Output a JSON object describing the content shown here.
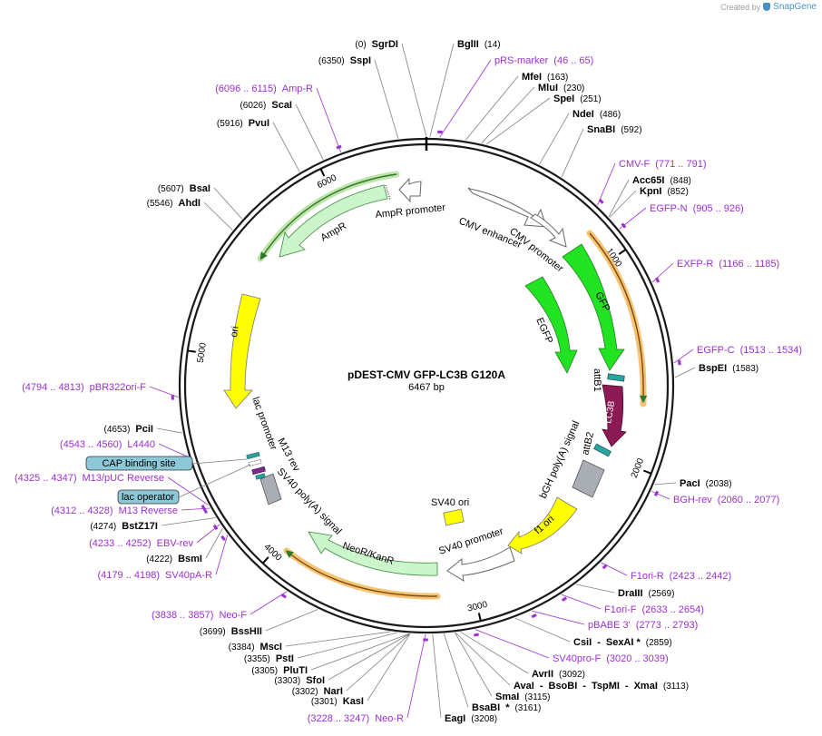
{
  "credit": {
    "prefix": "Created by",
    "brand": "SnapGene"
  },
  "plasmid": {
    "name": "pDEST-CMV GFP-LC3B G120A",
    "length_label": "6467 bp",
    "length": 6467
  },
  "ticks": [
    {
      "label": "1000",
      "bp": 1000
    },
    {
      "label": "2000",
      "bp": 2000
    },
    {
      "label": "3000",
      "bp": 3000
    },
    {
      "label": "4000",
      "bp": 4000
    },
    {
      "label": "5000",
      "bp": 5000
    },
    {
      "label": "6000",
      "bp": 6000
    }
  ],
  "labels": [
    {
      "parts": [
        {
          "t": "(0)",
          "c": "pos"
        },
        {
          "t": "SgrDI",
          "c": "enz"
        }
      ],
      "bp": 0,
      "kind": "enz"
    },
    {
      "parts": [
        {
          "t": "BglII",
          "c": "enz"
        },
        {
          "t": "(14)",
          "c": "pos"
        }
      ],
      "bp": 14,
      "kind": "enz"
    },
    {
      "parts": [
        {
          "t": "(6350)",
          "c": "pos"
        },
        {
          "t": "SspI",
          "c": "enz"
        }
      ],
      "bp": 6350,
      "kind": "enz"
    },
    {
      "parts": [
        {
          "t": "pRS-marker",
          "c": "primer"
        },
        {
          "t": "(46 .. 65)",
          "c": "primer"
        }
      ],
      "bp": 55,
      "kind": "primer"
    },
    {
      "parts": [
        {
          "t": "MfeI",
          "c": "enz"
        },
        {
          "t": "(163)",
          "c": "pos"
        }
      ],
      "bp": 163,
      "kind": "enz"
    },
    {
      "parts": [
        {
          "t": "MluI",
          "c": "enz"
        },
        {
          "t": "(230)",
          "c": "pos"
        }
      ],
      "bp": 230,
      "kind": "enz"
    },
    {
      "parts": [
        {
          "t": "SpeI",
          "c": "enz"
        },
        {
          "t": "(251)",
          "c": "pos"
        }
      ],
      "bp": 251,
      "kind": "enz"
    },
    {
      "parts": [
        {
          "t": "(6096 .. 6115)",
          "c": "primer"
        },
        {
          "t": "Amp-R",
          "c": "primer"
        }
      ],
      "bp": 6105,
      "kind": "primer"
    },
    {
      "parts": [
        {
          "t": "(6026)",
          "c": "pos"
        },
        {
          "t": "ScaI",
          "c": "enz"
        }
      ],
      "bp": 6026,
      "kind": "enz"
    },
    {
      "parts": [
        {
          "t": "NdeI",
          "c": "enz"
        },
        {
          "t": "(486)",
          "c": "pos"
        }
      ],
      "bp": 486,
      "kind": "enz"
    },
    {
      "parts": [
        {
          "t": "(5916)",
          "c": "pos"
        },
        {
          "t": "PvuI",
          "c": "enz"
        }
      ],
      "bp": 5916,
      "kind": "enz"
    },
    {
      "parts": [
        {
          "t": "SnaBI",
          "c": "enz"
        },
        {
          "t": "(592)",
          "c": "pos"
        }
      ],
      "bp": 592,
      "kind": "enz"
    },
    {
      "parts": [
        {
          "t": "CMV-F",
          "c": "primer"
        },
        {
          "t": "(771 .. 791)",
          "c": "primer"
        }
      ],
      "bp": 781,
      "kind": "primer"
    },
    {
      "parts": [
        {
          "t": "Acc65I",
          "c": "enz"
        },
        {
          "t": "(848)",
          "c": "pos"
        }
      ],
      "bp": 848,
      "kind": "enz"
    },
    {
      "parts": [
        {
          "t": "(5607)",
          "c": "pos"
        },
        {
          "t": "BsaI",
          "c": "enz"
        }
      ],
      "bp": 5607,
      "kind": "enz"
    },
    {
      "parts": [
        {
          "t": "KpnI",
          "c": "enz"
        },
        {
          "t": "(852)",
          "c": "pos"
        }
      ],
      "bp": 852,
      "kind": "enz"
    },
    {
      "parts": [
        {
          "t": "(5546)",
          "c": "pos"
        },
        {
          "t": "AhdI",
          "c": "enz"
        }
      ],
      "bp": 5546,
      "kind": "enz"
    },
    {
      "parts": [
        {
          "t": "EGFP-N",
          "c": "primer"
        },
        {
          "t": "(905 .. 926)",
          "c": "primer"
        }
      ],
      "bp": 915,
      "kind": "primer"
    },
    {
      "parts": [
        {
          "t": "EXFP-R",
          "c": "primer"
        },
        {
          "t": "(1166 .. 1185)",
          "c": "primer"
        }
      ],
      "bp": 1175,
      "kind": "primer"
    },
    {
      "parts": [
        {
          "t": "EGFP-C",
          "c": "primer"
        },
        {
          "t": "(1513 .. 1534)",
          "c": "primer"
        }
      ],
      "bp": 1523,
      "kind": "primer"
    },
    {
      "parts": [
        {
          "t": "BspEI",
          "c": "enz"
        },
        {
          "t": "(1583)",
          "c": "pos"
        }
      ],
      "bp": 1583,
      "kind": "enz"
    },
    {
      "parts": [
        {
          "t": "(4794 .. 4813)",
          "c": "primer"
        },
        {
          "t": "pBR322ori-F",
          "c": "primer"
        }
      ],
      "bp": 4803,
      "kind": "primer"
    },
    {
      "parts": [
        {
          "t": "(4653)",
          "c": "pos"
        },
        {
          "t": "PciI",
          "c": "enz"
        }
      ],
      "bp": 4653,
      "kind": "enz"
    },
    {
      "parts": [
        {
          "t": "(4543 .. 4560)",
          "c": "primer"
        },
        {
          "t": "L4440",
          "c": "primer"
        }
      ],
      "bp": 4551,
      "kind": "primer"
    },
    {
      "parts": [
        {
          "t": "(4325 .. 4347)",
          "c": "primer"
        },
        {
          "t": "M13/pUC Reverse",
          "c": "primer"
        }
      ],
      "bp": 4336,
      "kind": "primer"
    },
    {
      "parts": [
        {
          "t": "(4312 .. 4328)",
          "c": "primer"
        },
        {
          "t": "M13 Reverse",
          "c": "primer"
        }
      ],
      "bp": 4320,
      "kind": "primer"
    },
    {
      "parts": [
        {
          "t": "PacI",
          "c": "enz"
        },
        {
          "t": "(2038)",
          "c": "pos"
        }
      ],
      "bp": 2038,
      "kind": "enz"
    },
    {
      "parts": [
        {
          "t": "BGH-rev",
          "c": "primer"
        },
        {
          "t": "(2060 .. 2077)",
          "c": "primer"
        }
      ],
      "bp": 2068,
      "kind": "primer"
    },
    {
      "parts": [
        {
          "t": "(4274)",
          "c": "pos"
        },
        {
          "t": "BstZ17I",
          "c": "enz"
        }
      ],
      "bp": 4274,
      "kind": "enz"
    },
    {
      "parts": [
        {
          "t": "(4233 .. 4252)",
          "c": "primer"
        },
        {
          "t": "EBV-rev",
          "c": "primer"
        }
      ],
      "bp": 4242,
      "kind": "primer"
    },
    {
      "parts": [
        {
          "t": "(4222)",
          "c": "pos"
        },
        {
          "t": "BsmI",
          "c": "enz"
        }
      ],
      "bp": 4222,
      "kind": "enz"
    },
    {
      "parts": [
        {
          "t": "(4179 .. 4198)",
          "c": "primer"
        },
        {
          "t": "SV40pA-R",
          "c": "primer"
        }
      ],
      "bp": 4188,
      "kind": "primer"
    },
    {
      "parts": [
        {
          "t": "F1ori-R",
          "c": "primer"
        },
        {
          "t": "(2423 .. 2442)",
          "c": "primer"
        }
      ],
      "bp": 2432,
      "kind": "primer"
    },
    {
      "parts": [
        {
          "t": "DraIII",
          "c": "enz"
        },
        {
          "t": "(2569)",
          "c": "pos"
        }
      ],
      "bp": 2569,
      "kind": "enz"
    },
    {
      "parts": [
        {
          "t": "F1ori-F",
          "c": "primer"
        },
        {
          "t": "(2633 .. 2654)",
          "c": "primer"
        }
      ],
      "bp": 2643,
      "kind": "primer"
    },
    {
      "parts": [
        {
          "t": "(3838 .. 3857)",
          "c": "primer"
        },
        {
          "t": "Neo-F",
          "c": "primer"
        }
      ],
      "bp": 3847,
      "kind": "primer"
    },
    {
      "parts": [
        {
          "t": "pBABE 3'",
          "c": "primer"
        },
        {
          "t": "(2773 .. 2793)",
          "c": "primer"
        }
      ],
      "bp": 2783,
      "kind": "primer"
    },
    {
      "parts": [
        {
          "t": "(3699)",
          "c": "pos"
        },
        {
          "t": "BssHII",
          "c": "enz"
        }
      ],
      "bp": 3699,
      "kind": "enz"
    },
    {
      "parts": [
        {
          "t": "CsiI",
          "c": "enz"
        },
        {
          "t": "-",
          "c": "enz"
        },
        {
          "t": "SexAI *",
          "c": "enz"
        },
        {
          "t": "(2859)",
          "c": "pos"
        }
      ],
      "bp": 2859,
      "kind": "enz"
    },
    {
      "parts": [
        {
          "t": "(3384)",
          "c": "pos"
        },
        {
          "t": "MscI",
          "c": "enz"
        }
      ],
      "bp": 3384,
      "kind": "enz"
    },
    {
      "parts": [
        {
          "t": "SV40pro-F",
          "c": "primer"
        },
        {
          "t": "(3020 .. 3039)",
          "c": "primer"
        }
      ],
      "bp": 3030,
      "kind": "primer"
    },
    {
      "parts": [
        {
          "t": "(3355)",
          "c": "pos"
        },
        {
          "t": "PstI",
          "c": "enz"
        }
      ],
      "bp": 3355,
      "kind": "enz"
    },
    {
      "parts": [
        {
          "t": "(3305)",
          "c": "pos"
        },
        {
          "t": "PluTI",
          "c": "enz"
        }
      ],
      "bp": 3305,
      "kind": "enz"
    },
    {
      "parts": [
        {
          "t": "AvrII",
          "c": "enz"
        },
        {
          "t": "(3092)",
          "c": "pos"
        }
      ],
      "bp": 3092,
      "kind": "enz"
    },
    {
      "parts": [
        {
          "t": "(3303)",
          "c": "pos"
        },
        {
          "t": "SfoI",
          "c": "enz"
        }
      ],
      "bp": 3303,
      "kind": "enz"
    },
    {
      "parts": [
        {
          "t": "AvaI",
          "c": "enz"
        },
        {
          "t": "-",
          "c": "enz"
        },
        {
          "t": "BsoBI",
          "c": "enz"
        },
        {
          "t": "-",
          "c": "enz"
        },
        {
          "t": "TspMI",
          "c": "enz"
        },
        {
          "t": "-",
          "c": "enz"
        },
        {
          "t": "XmaI",
          "c": "enz"
        },
        {
          "t": "(3113)",
          "c": "pos"
        }
      ],
      "bp": 3113,
      "kind": "enz"
    },
    {
      "parts": [
        {
          "t": "(3302)",
          "c": "pos"
        },
        {
          "t": "NarI",
          "c": "enz"
        }
      ],
      "bp": 3302,
      "kind": "enz"
    },
    {
      "parts": [
        {
          "t": "SmaI",
          "c": "enz"
        },
        {
          "t": "(3115)",
          "c": "pos"
        }
      ],
      "bp": 3115,
      "kind": "enz"
    },
    {
      "parts": [
        {
          "t": "(3301)",
          "c": "pos"
        },
        {
          "t": "KasI",
          "c": "enz"
        }
      ],
      "bp": 3301,
      "kind": "enz"
    },
    {
      "parts": [
        {
          "t": "BsaBI",
          "c": "enz"
        },
        {
          "t": "*",
          "c": "enz"
        },
        {
          "t": "(3161)",
          "c": "pos"
        }
      ],
      "bp": 3161,
      "kind": "enz"
    },
    {
      "parts": [
        {
          "t": "(3228 .. 3247)",
          "c": "primer"
        },
        {
          "t": "Neo-R",
          "c": "primer"
        }
      ],
      "bp": 3237,
      "kind": "primer"
    },
    {
      "parts": [
        {
          "t": "EagI",
          "c": "enz"
        },
        {
          "t": "(3208)",
          "c": "pos"
        }
      ],
      "bp": 3208,
      "kind": "enz"
    }
  ],
  "boxed_labels": [
    {
      "text": "CAP binding site"
    },
    {
      "text": "lac operator"
    }
  ],
  "features": [
    {
      "label": "CMV enhancer"
    },
    {
      "label": "CMV promoter"
    },
    {
      "label": "GFP"
    },
    {
      "label": "EGFP"
    },
    {
      "label": "attB1"
    },
    {
      "label": "LC3B"
    },
    {
      "label": "attB2"
    },
    {
      "label": "bGH poly(A) signal"
    },
    {
      "label": "f1 ori"
    },
    {
      "label": "SV40 ori"
    },
    {
      "label": "SV40 promoter"
    },
    {
      "label": "NeoR/KanR"
    },
    {
      "label": "SV40 poly(A) signal"
    },
    {
      "label": "M13 rev"
    },
    {
      "label": "lac promoter"
    },
    {
      "label": "ori"
    },
    {
      "label": "AmpR"
    },
    {
      "label": "AmpR promoter"
    }
  ],
  "colors": {
    "backbone": "#1a1a1a",
    "enzyme_line": "#808080",
    "primer": "#9b30d0",
    "gfp": "#22e322",
    "ori": "#ffff00",
    "lc3b": "#8b1a55",
    "neo": "#ccf5cc",
    "orange_glow": "#f5b85a",
    "promoter": "#ffffff",
    "grey_box": "#a8aeb4",
    "cyan_box": "#8cc8d8"
  }
}
